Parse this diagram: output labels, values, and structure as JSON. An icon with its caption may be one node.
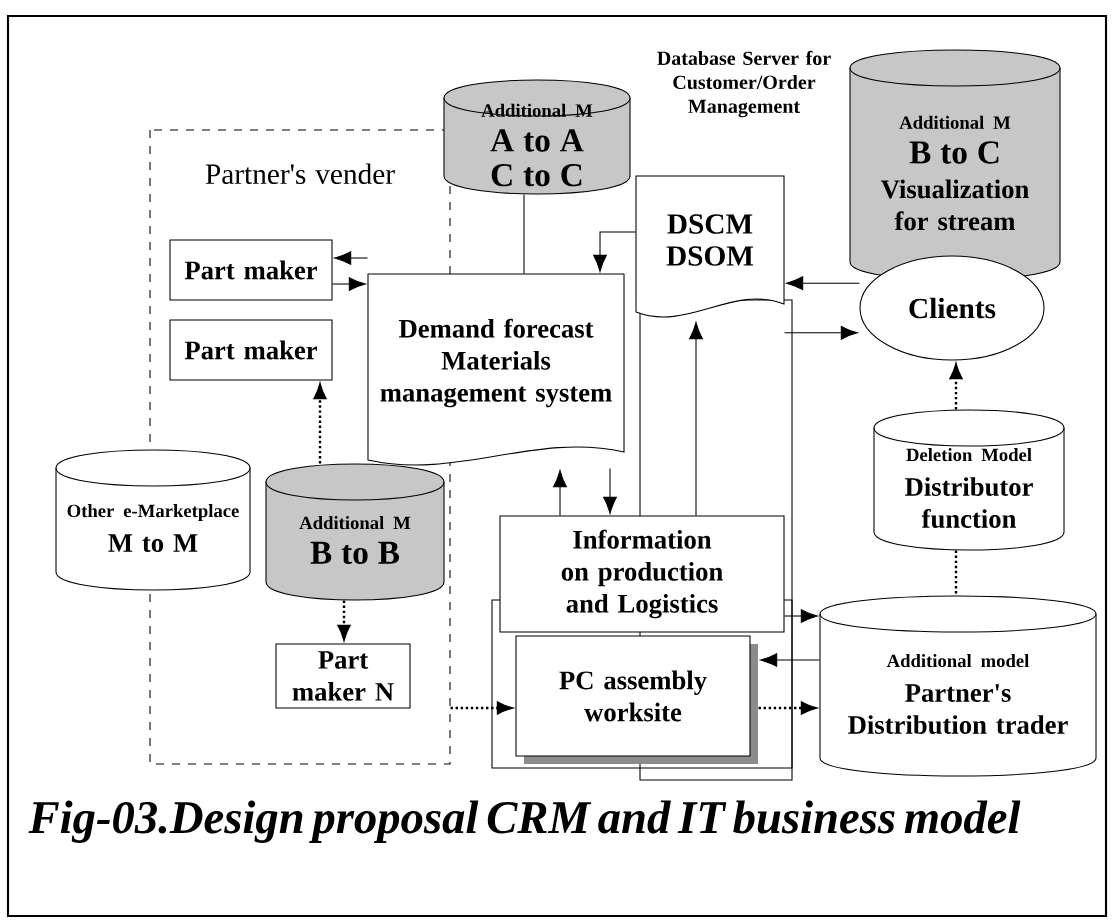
{
  "diagram": {
    "caption": "Fig-03.Design proposal CRM and IT business model",
    "nodes": [
      {
        "text": [
          "Partner's vender"
        ]
      },
      {
        "text": [
          "Part maker"
        ],
        "in": 0
      },
      {
        "text": [
          "Part maker"
        ],
        "in": 0
      },
      {
        "text": [
          "Demand forecast Materials management system"
        ]
      },
      {
        "text": [
          "Additional M",
          "A to A",
          "C to C"
        ]
      },
      {
        "text": [
          "DSCM DSOM"
        ]
      },
      {
        "text": [
          "Additional M",
          "B to C",
          "Visualization for stream"
        ]
      },
      {
        "text": [
          "Clients"
        ]
      },
      {
        "text": [
          "Other e-Marketplace",
          "M to M"
        ]
      },
      {
        "text": [
          "Additional M",
          "B to B"
        ],
        "in": 0
      },
      {
        "text": [
          "Part maker N"
        ],
        "in": 0
      },
      {
        "text": [
          "Information on production and Logistics"
        ]
      },
      {
        "text": [
          "PC assembly worksite"
        ]
      },
      {
        "text": [
          "Deletion Model",
          "Distributor function"
        ]
      },
      {
        "text": [
          "Additional model",
          "Partner's Distribution trader"
        ]
      }
    ],
    "edges": [
      {
        "from": 3,
        "to": 1,
        "arrow": "to"
      },
      {
        "from": 1,
        "to": 3,
        "arrow": "to"
      },
      {
        "from": 9,
        "to": 2,
        "arrow": "to",
        "style": "dashed"
      },
      {
        "from": 9,
        "to": 10,
        "arrow": "to",
        "style": "dashed"
      },
      {
        "from": 4,
        "to": 3,
        "arrow": "none"
      },
      {
        "from": 5,
        "to": 3,
        "arrow": "to"
      },
      {
        "from": 7,
        "to": 5,
        "arrow": "to"
      },
      {
        "from": 5,
        "to": 7,
        "arrow": "to"
      },
      {
        "from": 13,
        "to": 7,
        "arrow": "to",
        "style": "dashed"
      },
      {
        "from": 13,
        "to": 14,
        "arrow": "none",
        "style": "dashed"
      },
      {
        "from": 11,
        "to": 3,
        "arrow": "to"
      },
      {
        "from": 3,
        "to": 11,
        "arrow": "to"
      },
      {
        "from": 11,
        "to": 5,
        "arrow": "to"
      },
      {
        "from": 11,
        "to": 14,
        "arrow": "to"
      },
      {
        "from": 14,
        "to": 12,
        "arrow": "to"
      },
      {
        "from": 12,
        "to": 14,
        "arrow": "to",
        "style": "dashed"
      },
      {
        "from": 0,
        "to": 12,
        "arrow": "to",
        "style": "dashed"
      }
    ],
    "labels": [
      "Database Server for Customer/Order Management"
    ]
  }
}
